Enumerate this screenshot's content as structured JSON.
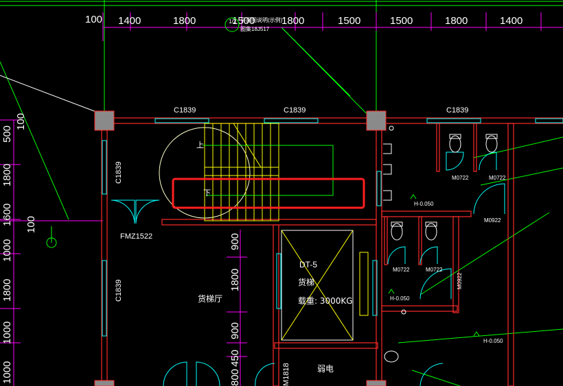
{
  "drawing": {
    "background": "#000000",
    "colors": {
      "dimension": "#ff00ff",
      "grid_axis": "#00ff00",
      "wall": "#ff2a2a",
      "window": "#00ffff",
      "stair": "#ffff00",
      "highlight": "#ff2020",
      "column": "#8a8a8a",
      "text": "#ffffff"
    },
    "top_dims": [
      "100",
      "1400",
      "1800",
      "1500",
      "1800",
      "1500",
      "1500",
      "1800",
      "1400"
    ],
    "left_dims": [
      "500",
      "1800",
      "1600",
      "1000",
      "1800",
      "1000",
      "1000",
      "100",
      "100"
    ],
    "mid_dims": [
      "900",
      "1800",
      "900",
      "450",
      "800"
    ],
    "windows": [
      "C1839",
      "C1839",
      "C1839",
      "C1839",
      "C1839"
    ],
    "door_fire": "FMZ1522",
    "door_small": "M1818",
    "stair_up": "上",
    "stair_down": "下",
    "elevator": {
      "id": "DT-5",
      "type": "货梯",
      "capacity": "载重: 3000KG"
    },
    "rooms": {
      "hall": "货梯厅",
      "electric": "弱电"
    },
    "levels": [
      "H-0.050",
      "H-0.050",
      "H-0.050"
    ],
    "door_tags": [
      "M0722",
      "M0722",
      "M0922",
      "M0722",
      "M0722",
      "M0922"
    ],
    "axis_note": {
      "line1": "1/2",
      "line2": "平面图说明(示例)",
      "line3": "图集18J517"
    }
  }
}
